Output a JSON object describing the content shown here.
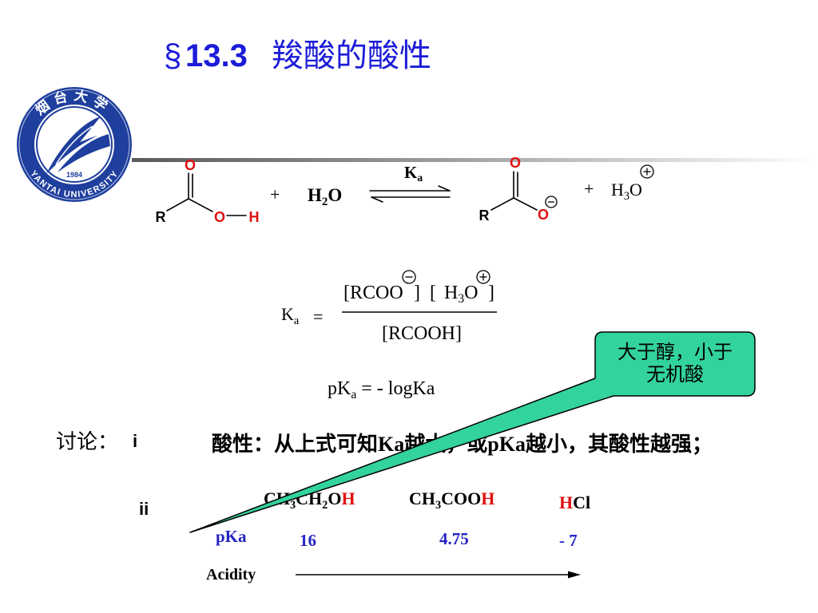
{
  "title": {
    "section_mark": "§",
    "number": "13.3",
    "text": "羧酸的酸性"
  },
  "logo": {
    "top_text": "烟台大学",
    "bottom_text": "YANTAI UNIVERSITY",
    "year": "1984",
    "icon": "university-seal-icon"
  },
  "reaction": {
    "acid": {
      "o_carbonyl": "O",
      "r": "R",
      "o_hydroxyl": "O",
      "h": "H"
    },
    "plus_1": "+",
    "water": {
      "h": "H",
      "sub": "2",
      "o": "O"
    },
    "constant": {
      "k": "K",
      "sub": "a"
    },
    "equilibrium_icon": "equilibrium-arrows-icon",
    "anion": {
      "o_carbonyl": "O",
      "r": "R",
      "o_anion": "O",
      "charge_icon": "negative-charge-icon"
    },
    "plus_2": "+",
    "hydronium": {
      "h": "H",
      "sub": "3",
      "o": "O",
      "charge_icon": "positive-charge-icon"
    }
  },
  "ka_expression": {
    "k": "K",
    "sub": "a",
    "equals": "=",
    "numerator": {
      "carboxylate": "[RCOO",
      "close_1": "]",
      "open_2": "[",
      "h": "H",
      "sub": "3",
      "o": "O",
      "close_2": "]"
    },
    "denominator": "[RCOOH]"
  },
  "pka_expression": {
    "pk": "pK",
    "sub": "a",
    "rest": " = - logKa"
  },
  "callout": {
    "line_1": "大于醇，小于",
    "line_2": "无机酸"
  },
  "discussion": {
    "label": "讨论：",
    "item_1": "i",
    "statement": {
      "s1": "酸性：从上式可知",
      "ka": "Ka",
      "s2": "越大，或",
      "pka": "pKa",
      "s3": "越小，其酸性越强；"
    },
    "item_2": "ii"
  },
  "comparison": {
    "compounds": [
      {
        "parts": [
          "CH",
          "3",
          "CH",
          "2",
          "O",
          "H"
        ]
      },
      {
        "parts": [
          "CH",
          "3",
          "COO",
          "H"
        ]
      },
      {
        "parts": [
          "H",
          "Cl"
        ]
      }
    ],
    "pka_label": "pKa",
    "pka_values": [
      "16",
      "4.75",
      "- 7"
    ],
    "acidity_label": "Acidity",
    "arrow_icon": "right-arrow-icon"
  },
  "colors": {
    "title": "#1c1cd9",
    "atom_red": "#e01010",
    "value_blue": "#2424c4",
    "callout_fill": "#33d39c",
    "logo_blue": "#1f3f9e",
    "divider_dark": "#5a5a5a"
  }
}
